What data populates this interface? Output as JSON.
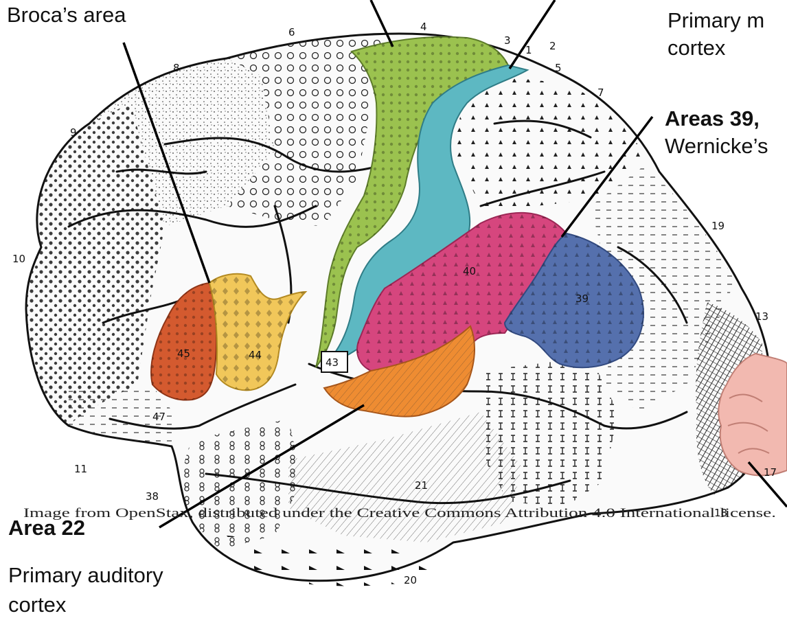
{
  "labels": {
    "broca": "Broca’s area",
    "motor_1": "Primary m",
    "motor_2": "cortex",
    "areas39_1": "Areas 39, ",
    "areas39_2": "Wernicke’s",
    "area22_1": "Area 22",
    "area22_2": "Primary auditory",
    "area22_3": "cortex"
  },
  "credit": "Image from OpenStax, distributed under the Creative Commons Attribution 4.0 International license.",
  "area_numbers": {
    "n1": "1",
    "n2": "2",
    "n3": "3",
    "n4": "4",
    "n5": "5",
    "n6": "6",
    "n7": "7",
    "n8": "8",
    "n9": "9",
    "n10": "10",
    "n11": "11",
    "n13": "13",
    "n17": "17",
    "n18": "18",
    "n19": "19",
    "n20": "20",
    "n21": "21",
    "n38": "38",
    "n39": "39",
    "n40": "40",
    "n43": "43",
    "n44": "44",
    "n45": "45",
    "n47": "47"
  },
  "colors": {
    "motor_strip": "#9bc24f",
    "somatosensory_strip": "#5db8c2",
    "supramarginal_40": "#d6467e",
    "angular_39": "#5570ad",
    "broca_45": "#d45a2f",
    "broca_44": "#f1c75a",
    "auditory_22": "#ee8c32",
    "visual_17": "#f2b9b0"
  }
}
